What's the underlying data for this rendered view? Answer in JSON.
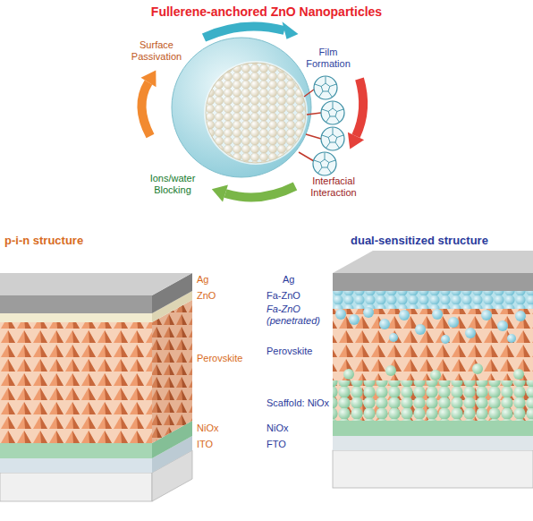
{
  "diagram": {
    "title": "Fullerene-anchored ZnO Nanoparticles",
    "labels": [
      "Surface Passivation",
      "Film Formation",
      "Interfacial Interaction",
      "Ions/water Blocking",
      "p-i-n structure",
      "Ag",
      "ZnO",
      "Perovskite",
      "NiOx",
      "ITO",
      "dual-sensitized structure",
      "Ag",
      "Fa-ZnO",
      "Fa-ZnO (penetrated)",
      "Perovskite",
      "Scaffold: NiOx",
      "NiOx",
      "FTO"
    ]
  }
}
